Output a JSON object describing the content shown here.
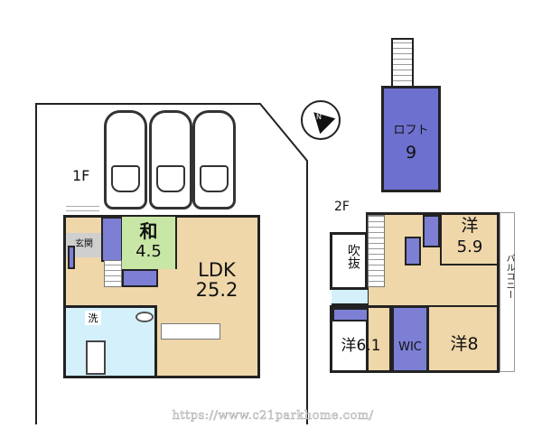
{
  "floor1": {
    "label": "1F",
    "rooms": {
      "washitsu": {
        "name": "和",
        "size": "4.5"
      },
      "ldk": {
        "name": "LDK",
        "size": "25.2"
      },
      "genkan": "玄関",
      "senmen": "洗"
    }
  },
  "floor2": {
    "label": "2F",
    "rooms": {
      "fukinuke": "吹抜",
      "west1": {
        "name": "洋",
        "size": "5.9"
      },
      "west2": "洋6.1",
      "wic": "WIC",
      "west3": "洋8",
      "balcony": "バルコニー"
    }
  },
  "loft": {
    "name": "ロフト",
    "size": "9"
  },
  "compass": {
    "label": "N"
  },
  "watermark": "https://www.c21parkhome.com/",
  "colors": {
    "wood": "#efd7aa",
    "tatami": "#c8e6a6",
    "closet": "#7c7fd3",
    "bath": "#d3f0fb"
  }
}
